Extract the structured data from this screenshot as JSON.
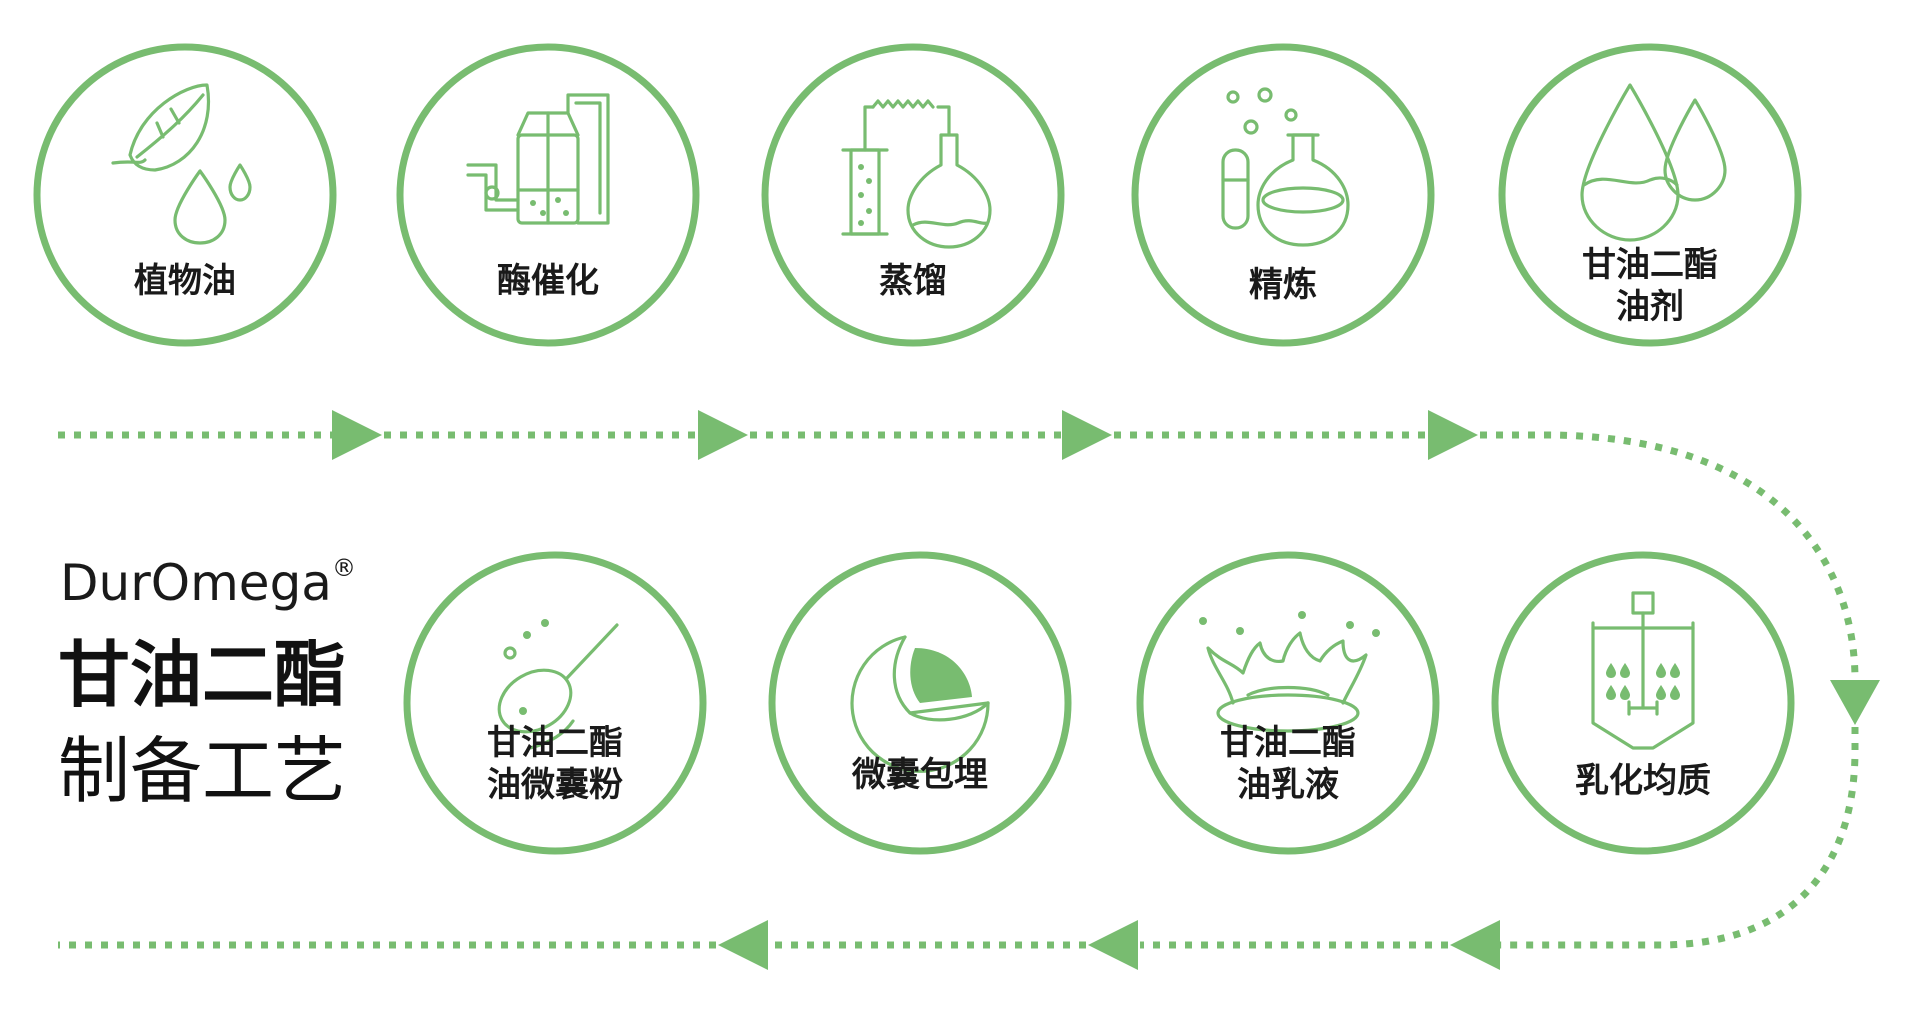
{
  "brand": {
    "name": "DurOmega",
    "mark": "®"
  },
  "title": {
    "line1": "甘油二酯",
    "line2": "制备工艺"
  },
  "steps": [
    {
      "label": [
        "植物油"
      ],
      "icon": "leaf-drops-icon"
    },
    {
      "label": [
        "酶催化"
      ],
      "icon": "reactor-icon"
    },
    {
      "label": [
        "蒸馏"
      ],
      "icon": "distillation-icon"
    },
    {
      "label": [
        "精炼"
      ],
      "icon": "flask-icon"
    },
    {
      "label": [
        "甘油二酯",
        "油剂"
      ],
      "icon": "oil-drops-icon"
    },
    {
      "label": [
        "乳化均质"
      ],
      "icon": "homogenizer-icon"
    },
    {
      "label": [
        "甘油二酯",
        "油乳液"
      ],
      "icon": "splash-icon"
    },
    {
      "label": [
        "微囊包埋"
      ],
      "icon": "microcapsule-icon"
    },
    {
      "label": [
        "甘油二酯",
        "油微囊粉"
      ],
      "icon": "powder-spoon-icon"
    }
  ],
  "colors": {
    "accent": "#78bc70",
    "text": "#1a1a1a"
  }
}
